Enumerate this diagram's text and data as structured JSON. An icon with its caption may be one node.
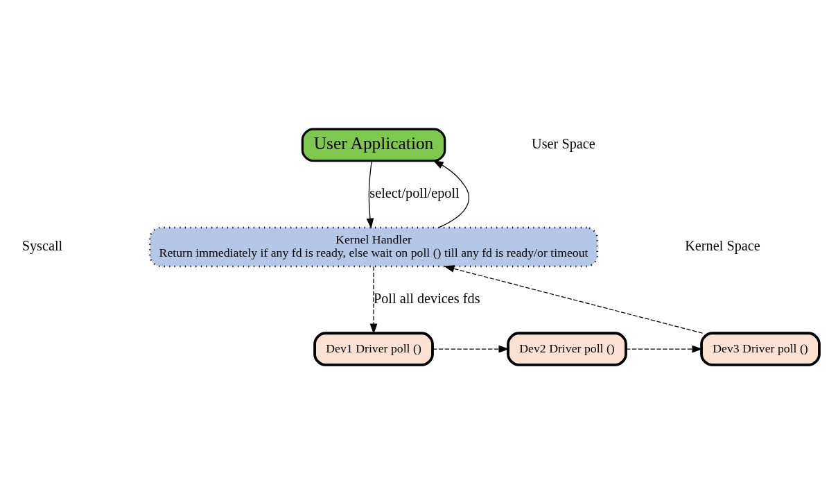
{
  "diagram": {
    "nodes": [
      {
        "text": [
          "User Application"
        ]
      },
      {
        "text": [
          "Kernel Handler",
          "Return immediately if any fd is ready, else wait on poll () till any fd is ready/or timeout"
        ]
      },
      {
        "text": [
          "Dev1 Driver poll ()"
        ]
      },
      {
        "text": [
          "Dev2 Driver poll ()"
        ]
      },
      {
        "text": [
          "Dev3 Driver poll ()"
        ]
      }
    ],
    "edges": [
      {
        "from": 0,
        "to": 1,
        "arrow": "to",
        "label": "select/poll/epoll"
      },
      {
        "from": 1,
        "to": 0,
        "arrow": "to"
      },
      {
        "from": 1,
        "to": 2,
        "arrow": "to",
        "style": "dashed",
        "label": "Poll all devices fds"
      },
      {
        "from": 2,
        "to": 3,
        "arrow": "to",
        "style": "dashed"
      },
      {
        "from": 3,
        "to": 4,
        "arrow": "to",
        "style": "dashed"
      },
      {
        "from": 4,
        "to": 1,
        "arrow": "to",
        "style": "dashed"
      }
    ],
    "labels": [
      "User Space",
      "Syscall",
      "Kernel Space"
    ]
  }
}
